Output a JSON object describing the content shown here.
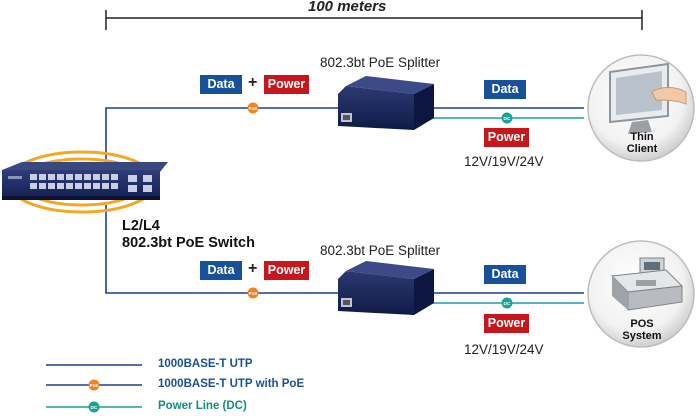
{
  "distance_label": "100 meters",
  "switch": {
    "line1": "L2/L4",
    "line2": "802.3bt PoE Switch"
  },
  "links": [
    {
      "input_data": "Data",
      "input_plus": "+",
      "input_power": "Power",
      "splitter_title": "802.3bt PoE Splitter",
      "splitter_badge": "PoE",
      "output_data": "Data",
      "output_dc_badge": "DC",
      "output_power": "Power",
      "voltage": "12V/19V/24V",
      "device_line1": "Thin",
      "device_line2": "Client"
    },
    {
      "input_data": "Data",
      "input_plus": "+",
      "input_power": "Power",
      "splitter_title": "802.3bt PoE Splitter",
      "splitter_badge": "PoE",
      "output_data": "Data",
      "output_dc_badge": "DC",
      "output_power": "Power",
      "voltage": "12V/19V/24V",
      "device_line1": "POS",
      "device_line2": "System"
    }
  ],
  "legend": [
    {
      "label": "1000BASE-T UTP"
    },
    {
      "label": "1000BASE-T UTP with PoE",
      "badge": "PoE"
    },
    {
      "label": "Power Line (DC)",
      "badge": "DC"
    }
  ],
  "colors": {
    "utp": "#1e3f94",
    "dc": "#1aa394",
    "poe_badge": "#f08220",
    "data_tag": "#17519a",
    "power_tag": "#c8161d",
    "switch_glow": "#f5a623"
  }
}
